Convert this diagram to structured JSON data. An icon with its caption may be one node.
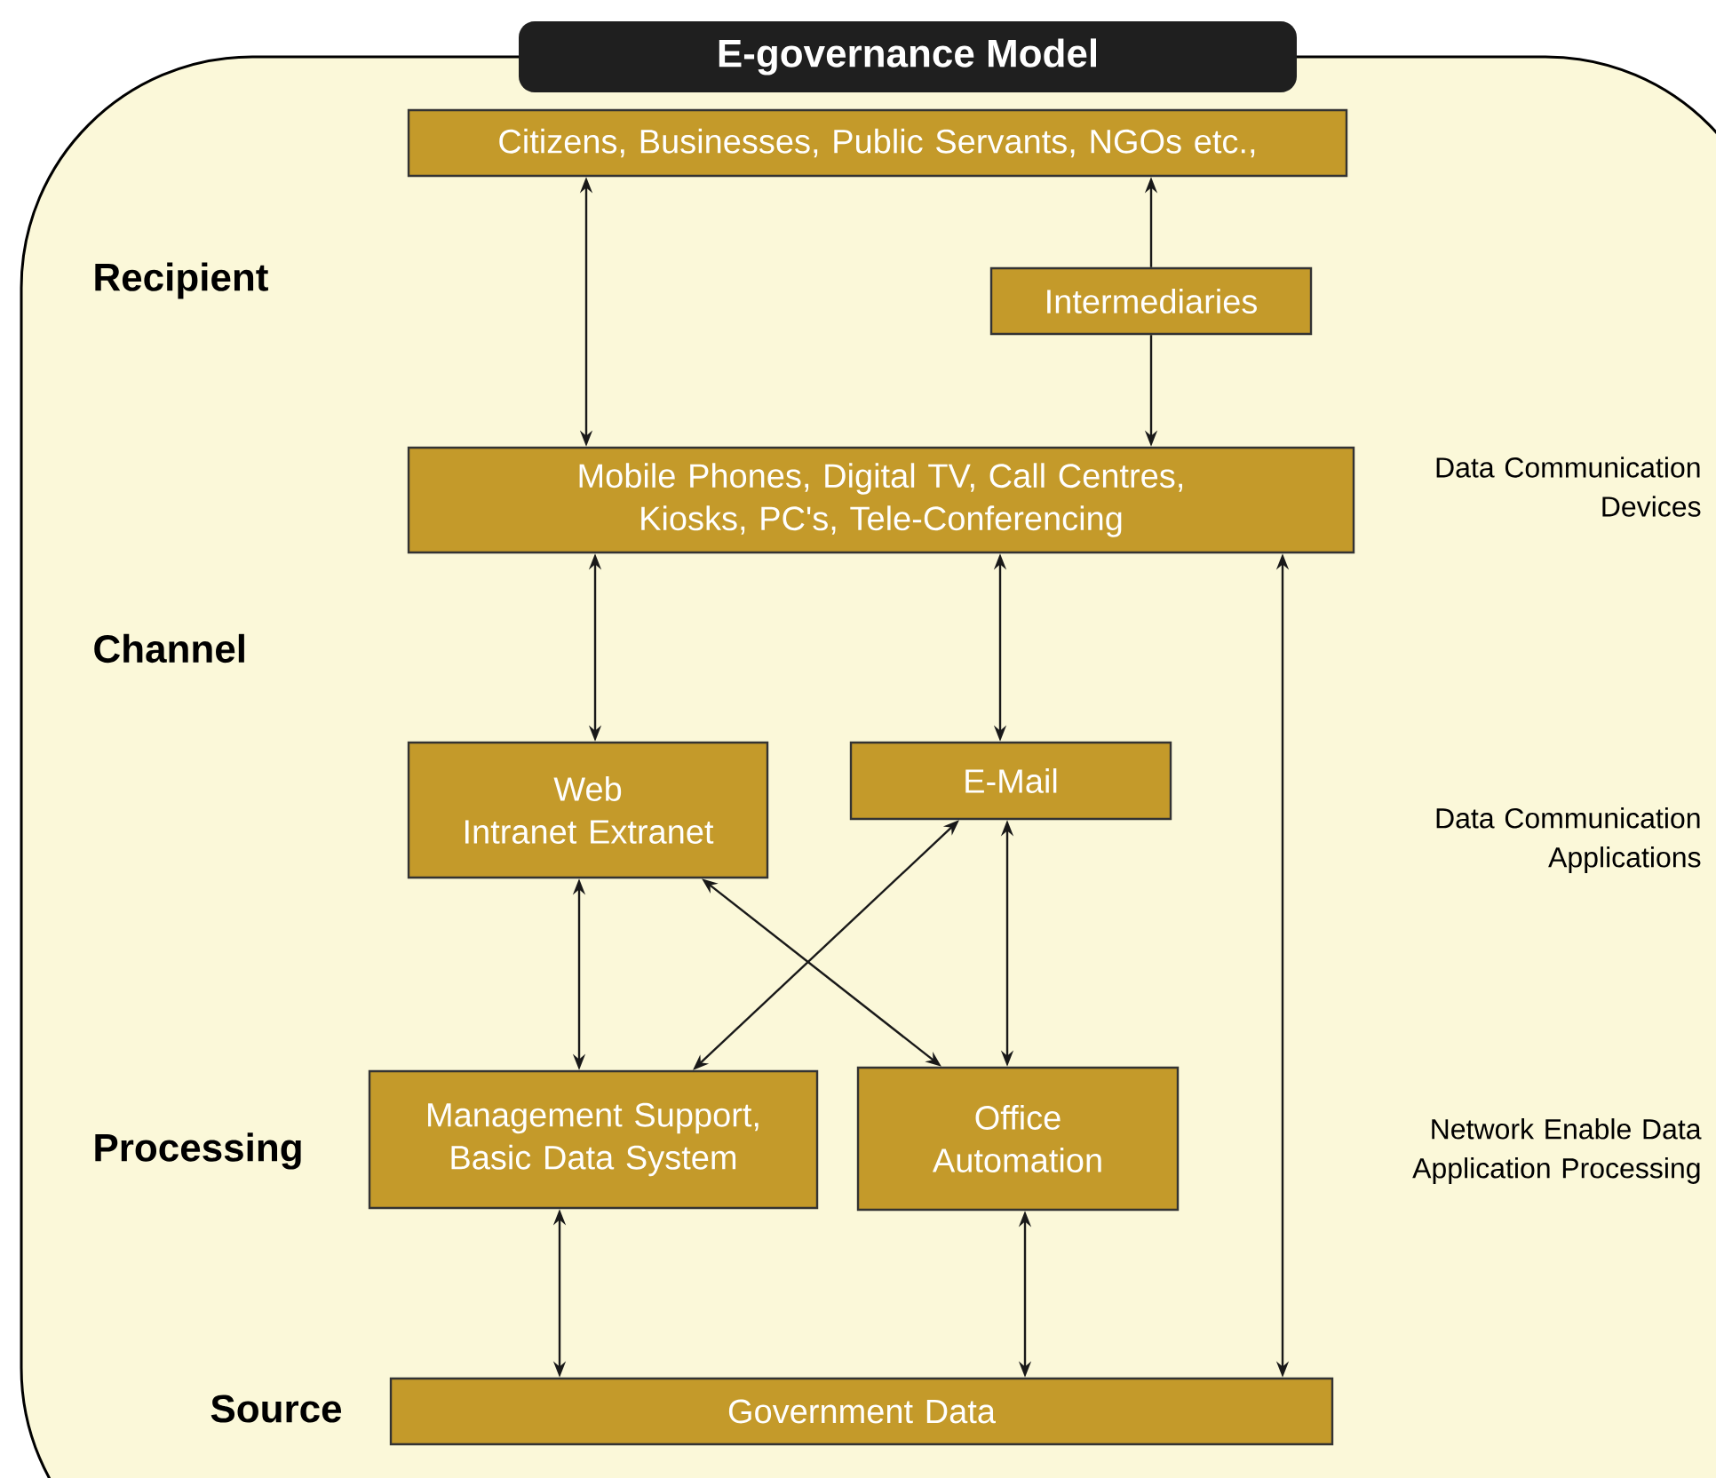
{
  "diagram": {
    "title": "E-governance Model",
    "nodes": [
      {
        "text": [
          "Citizens, Businesses, Public Servants, NGOs etc.,"
        ]
      },
      {
        "text": [
          "Intermediaries"
        ]
      },
      {
        "text": [
          "Mobile Phones, Digital TV, Call Centres, Kiosks, PC's, Tele-Conferencing"
        ]
      },
      {
        "text": [
          "Web",
          "Intranet Extranet"
        ]
      },
      {
        "text": [
          "E-Mail"
        ]
      },
      {
        "text": [
          "Management Support, Basic Data System"
        ]
      },
      {
        "text": [
          "Office Automation"
        ]
      },
      {
        "text": [
          "Government Data"
        ]
      }
    ],
    "edges": [
      {
        "from": 0,
        "to": 2,
        "arrow": "both"
      },
      {
        "from": 1,
        "to": 0,
        "arrow": "to"
      },
      {
        "from": 1,
        "to": 2,
        "arrow": "to"
      },
      {
        "from": 2,
        "to": 3,
        "arrow": "both"
      },
      {
        "from": 2,
        "to": 4,
        "arrow": "both"
      },
      {
        "from": 2,
        "to": 7,
        "arrow": "both"
      },
      {
        "from": 3,
        "to": 5,
        "arrow": "both"
      },
      {
        "from": 3,
        "to": 6,
        "arrow": "both"
      },
      {
        "from": 4,
        "to": 5,
        "arrow": "both"
      },
      {
        "from": 4,
        "to": 6,
        "arrow": "both"
      },
      {
        "from": 5,
        "to": 7,
        "arrow": "both"
      },
      {
        "from": 6,
        "to": 7,
        "arrow": "both"
      }
    ],
    "labels": [
      "Recipient",
      "Data Communication Devices",
      "Channel",
      "Data Communication Applications",
      "Processing",
      "Network Enable Data Application Processing",
      "Source"
    ]
  }
}
